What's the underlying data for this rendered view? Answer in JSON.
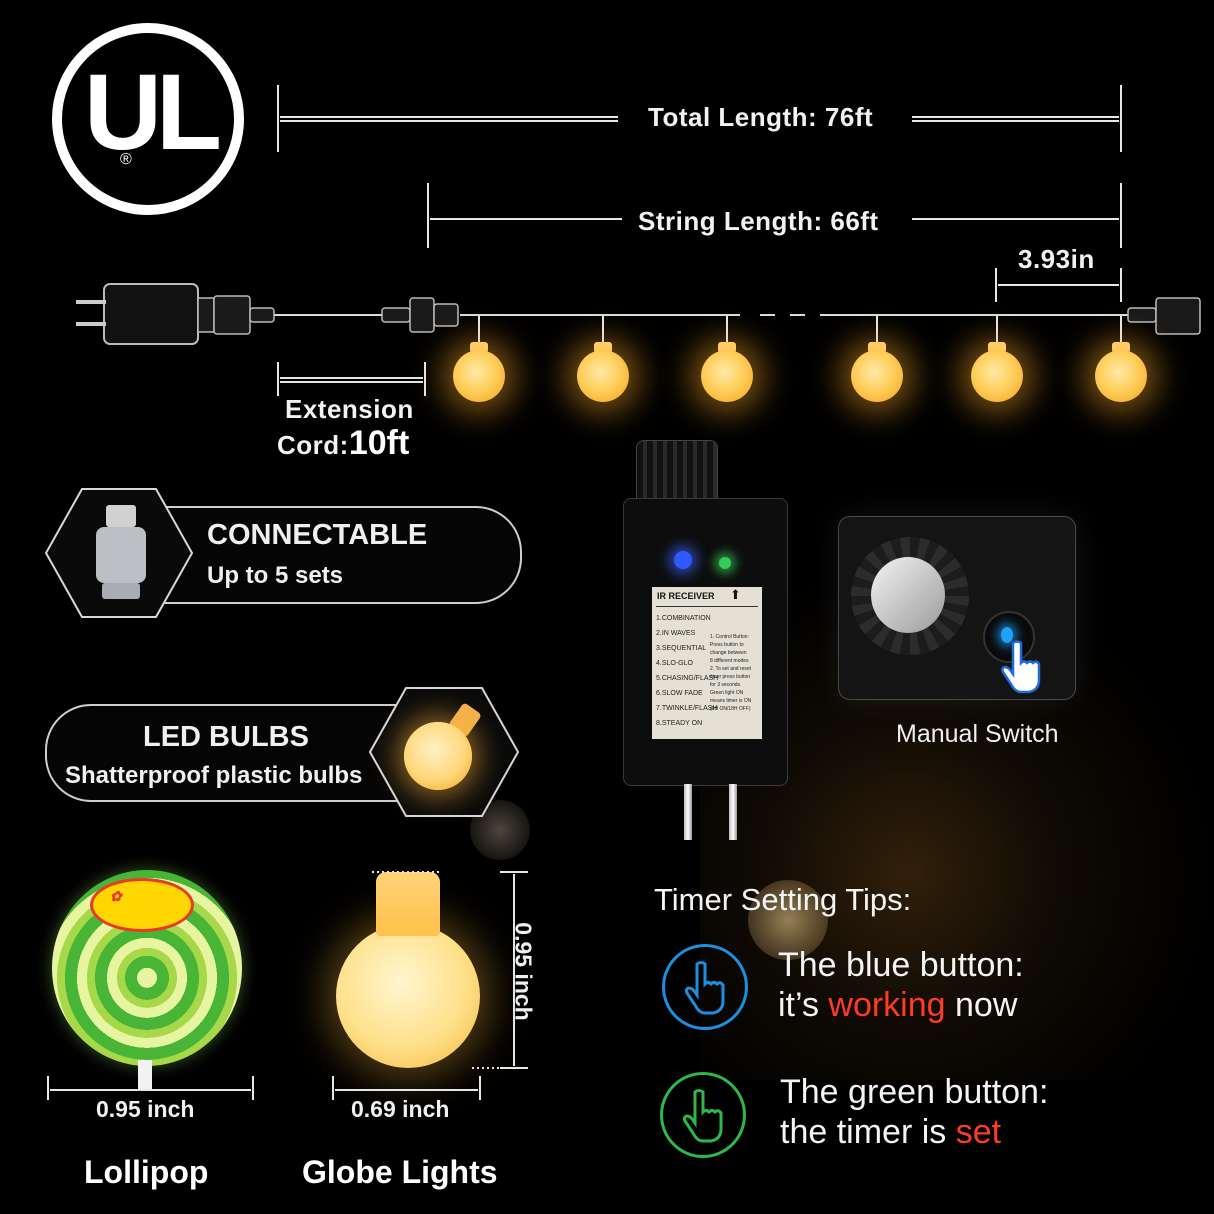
{
  "logo": {
    "letters": "UL",
    "registered": "®"
  },
  "dimensions": {
    "total_length": "Total Length: 76ft",
    "string_length": "String Length: 66ft",
    "spacing": "3.93in",
    "extension_line1": "Extension",
    "extension_line2_prefix": "Cord:",
    "extension_line2_value": "10ft"
  },
  "features": {
    "connectable_title": "CONNECTABLE",
    "connectable_sub": "Up to 5 sets",
    "led_title": "LED BULBS",
    "led_sub": "Shatterproof plastic bulbs"
  },
  "controller": {
    "header": "IR RECEIVER",
    "modes": [
      "1.COMBINATION",
      "2.IN WAVES",
      "3.SEQUENTIAL",
      "4.SLO-GLO",
      "5.CHASING/FLASH",
      "6.SLOW FADE",
      "7.TWINKLE/FLASH",
      "8.STEADY ON"
    ],
    "instructions": [
      "1. Control Button:",
      "Press button to",
      "change between",
      "8 different modes",
      "2. To set and reset",
      "timer press button",
      "for 3 seconds.",
      "Green light ON",
      "means timer is ON",
      "(6H ON/18H OFF)"
    ]
  },
  "manual_switch": {
    "label": "Manual Switch"
  },
  "size_compare": {
    "lollipop_width": "0.95 inch",
    "lollipop_label": "Lollipop",
    "globe_width": "0.69 inch",
    "globe_height": "0.95 inch",
    "globe_label": "Globe Lights"
  },
  "timer_tips": {
    "title": "Timer Setting Tips:",
    "blue_line1": "The blue button:",
    "blue_line2_a": "it’s ",
    "blue_line2_red": "working",
    "blue_line2_b": " now",
    "green_line1": "The green button:",
    "green_line2_a": "the timer is ",
    "green_line2_red": "set"
  },
  "colors": {
    "bulb": "#ffcf5c",
    "accent_red": "#ff3b22",
    "blue_icon": "#1b8fe0",
    "green_icon": "#2fb84a"
  }
}
